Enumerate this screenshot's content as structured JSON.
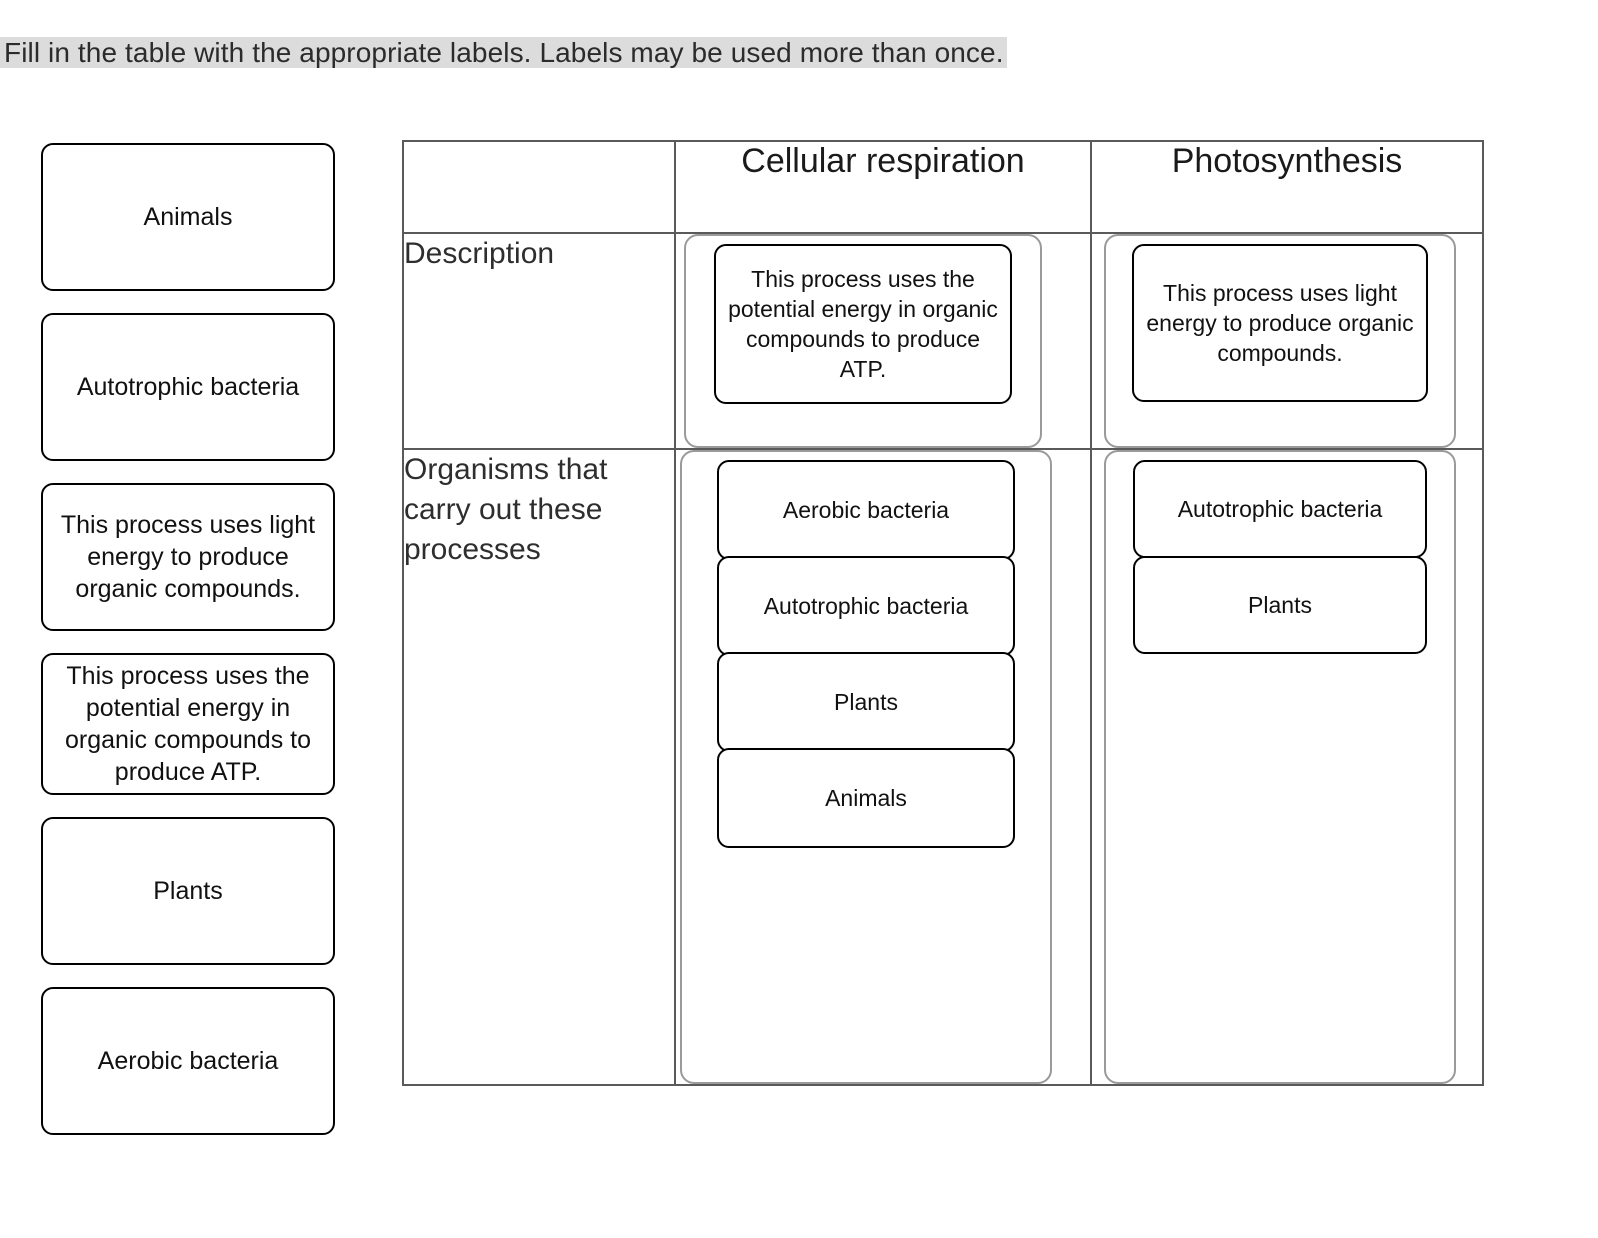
{
  "instruction": {
    "text": "Fill in the table with the appropriate labels. Labels may be used more than once.",
    "highlight_color": "#dcdcdc"
  },
  "label_bank": {
    "name": "answer-choices",
    "items": [
      {
        "label": "Animals"
      },
      {
        "label": "Autotrophic bacteria"
      },
      {
        "label": "This process uses light energy to produce organic compounds."
      },
      {
        "label": "This process uses the potential energy in organic compounds to produce ATP."
      },
      {
        "label": "Plants"
      },
      {
        "label": "Aerobic bacteria"
      }
    ]
  },
  "table": {
    "corner_label": "",
    "columns": [
      {
        "key": "cellular_respiration",
        "header": "Cellular respiration"
      },
      {
        "key": "photosynthesis",
        "header": "Photosynthesis"
      }
    ],
    "rows": [
      {
        "key": "description",
        "row_label": "Description",
        "cells": {
          "cellular_respiration": [
            "This process uses the potential energy in organic compounds to produce ATP."
          ],
          "photosynthesis": [
            "This process uses light energy to produce organic compounds."
          ]
        }
      },
      {
        "key": "organisms",
        "row_label": "Organisms that carry out these processes",
        "cells": {
          "cellular_respiration": [
            "Aerobic bacteria",
            "Autotrophic bacteria",
            "Plants",
            "Animals"
          ],
          "photosynthesis": [
            "Autotrophic bacteria",
            "Plants"
          ]
        }
      }
    ]
  },
  "colors": {
    "table_border": "#5a5a5a",
    "dropzone_border": "#9a9a9a",
    "chip_border": "#000000",
    "page_background": "#ffffff"
  }
}
